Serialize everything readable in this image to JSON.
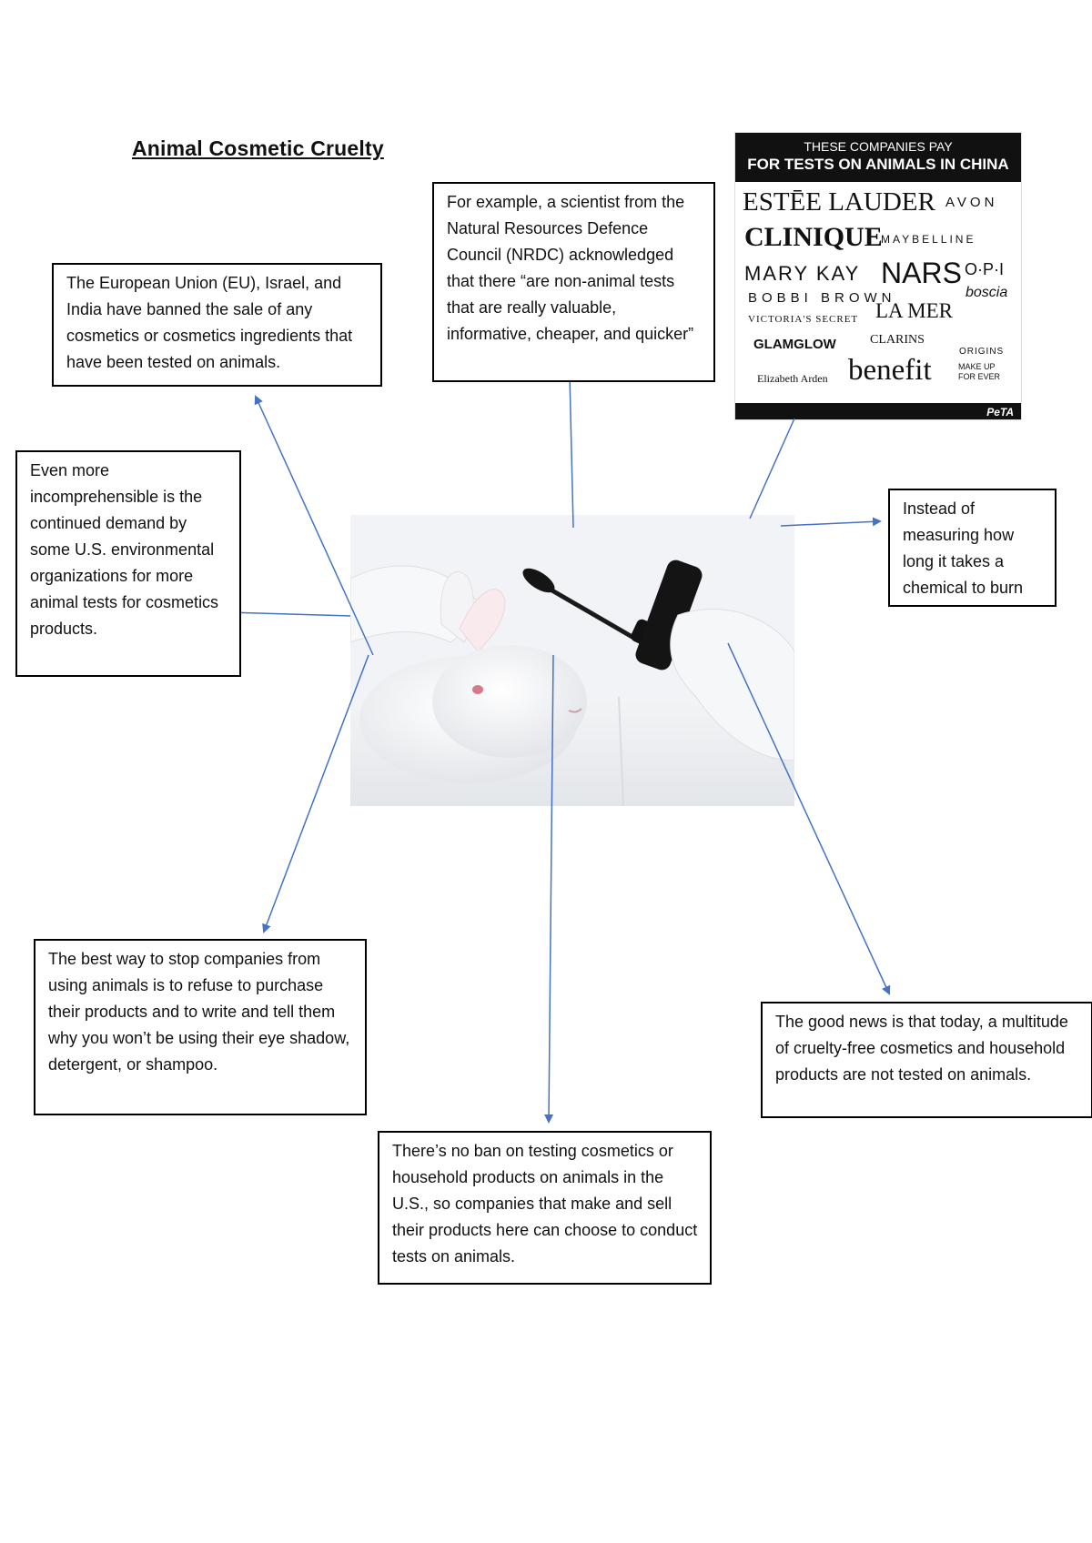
{
  "title": "Animal Cosmetic Cruelty",
  "boxes": {
    "eu": "The European Union (EU), Israel, and India have banned the sale of any cosmetics or cosmetics ingredients that have been tested on animals.",
    "nrdc": "For example, a scientist from the Natural Resources Defence Council (NRDC) acknowledged that there “are non-animal tests that are really valuable, informative, cheaper, and quicker”",
    "demand": "Even more incomprehensible is the continued demand by some U.S. environmental organizations for more animal tests for cosmetics products.",
    "instead": "Instead of measuring how long it takes a chemical to burn",
    "best": "The best way to stop companies from using animals is to refuse to purchase their products and to write and tell them why you won’t be using their eye shadow, detergent, or shampoo.",
    "good": "The good news is that today, a multitude of cruelty-free cosmetics and household products are not tested on animals.",
    "noban": " There’s no ban on testing cosmetics or household products on animals in the U.S., so companies that make and sell their products here can choose to conduct tests on animals."
  },
  "logo_graphic": {
    "header_line1": "THESE COMPANIES PAY",
    "header_line2": "FOR TESTS ON ANIMALS IN CHINA",
    "brands": [
      "ESTĒE LAUDER",
      "AVON",
      "CLINIQUE",
      "MAYBELLINE",
      "MARY KAY",
      "NARS",
      "O·P·I",
      "BOBBI BROWN",
      "boscia",
      "VICTORIA'S SECRET",
      "LA MER",
      "GLAMGLOW",
      "CLARINS",
      "ORIGINS",
      "Elizabeth Arden",
      "benefit",
      "MAKE UP FOR EVER"
    ],
    "footer": "PeTA"
  },
  "colors": {
    "arrow": "#4472c4",
    "logo_header": "#111111"
  }
}
